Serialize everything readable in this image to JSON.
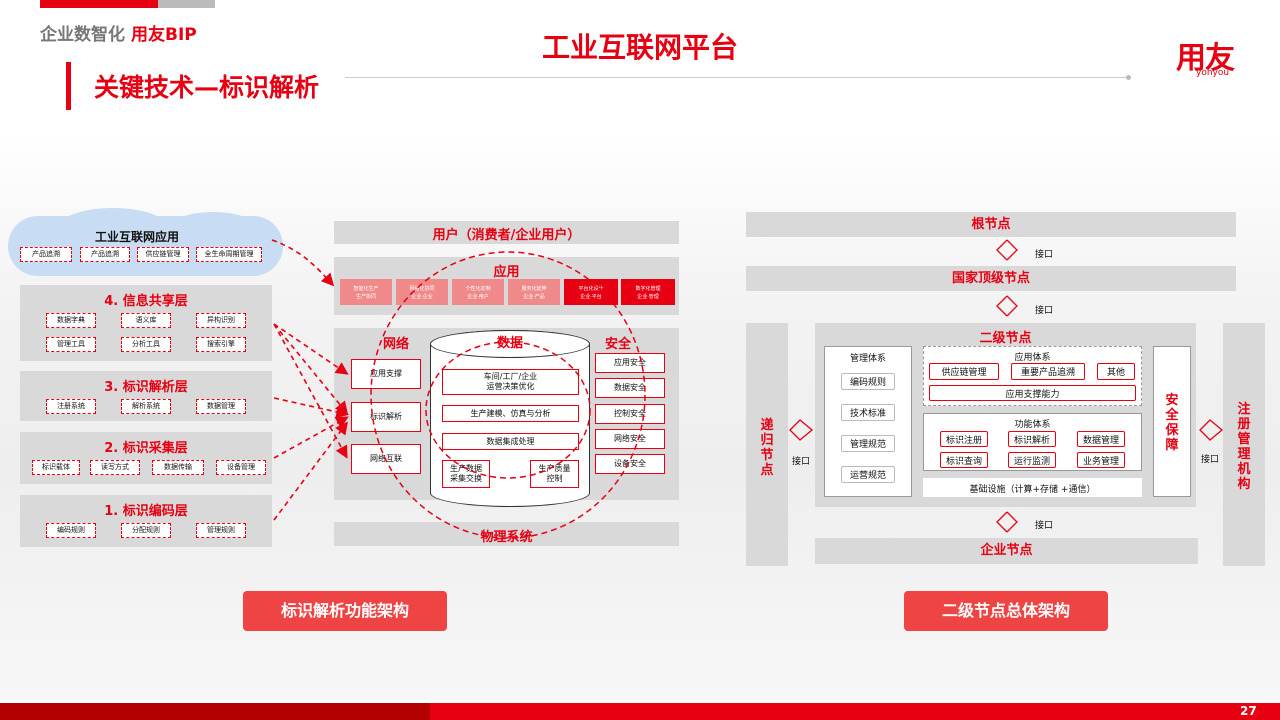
{
  "header": {
    "brand_gray": "企业数智化",
    "brand_red": "用友BIP",
    "title": "工业互联网平台",
    "logo_cn": "用友",
    "logo_en": "yonyou",
    "subtitle": "关键技术—标识解析",
    "page_number": "27"
  },
  "left": {
    "cloud_title": "工业互联网应用",
    "cloud_items": [
      "产品追溯",
      "产品追溯",
      "供应链管理",
      "全生命周期管理"
    ],
    "layers": [
      {
        "title": "4. 信息共享层",
        "items": [
          "数据字典",
          "语义库",
          "异构识别",
          "管理工具",
          "分析工具",
          "搜索引擎"
        ]
      },
      {
        "title": "3. 标识解析层",
        "items": [
          "注册系统",
          "解析系统",
          "数据管理"
        ]
      },
      {
        "title": "2. 标识采集层",
        "items": [
          "标识载体",
          "读写方式",
          "数据传输",
          "设备管理"
        ]
      },
      {
        "title": "1. 标识编码层",
        "items": [
          "编码规则",
          "分配规则",
          "管理规则"
        ]
      }
    ],
    "caption": "标识解析功能架构"
  },
  "middle": {
    "user": "用户（消费者/企业用户）",
    "app_title": "应用",
    "apps": [
      {
        "label": "智能化生产",
        "sub": "生产协同"
      },
      {
        "label": "网络化协同",
        "sub": "企业·企业"
      },
      {
        "label": "个性化定制",
        "sub": "企业·用户"
      },
      {
        "label": "服务化延伸",
        "sub": "企业·产品"
      },
      {
        "label": "平台化设计",
        "sub": "企业·平台"
      },
      {
        "label": "数字化管理",
        "sub": "企业·管理"
      }
    ],
    "network_title": "网络",
    "network_items": [
      "应用支撑",
      "标识解析",
      "网络互联"
    ],
    "data_title": "数据",
    "data_items": [
      "车间/工厂/企业\n运营决策优化",
      "生产建模、仿真与分析",
      "数据集成处理",
      "生产数据\n采集交换",
      "生产质量\n控制"
    ],
    "security_title": "安全",
    "security_items": [
      "应用安全",
      "数据安全",
      "控制安全",
      "网络安全",
      "设备安全"
    ],
    "physical": "物理系统"
  },
  "right": {
    "root": "根节点",
    "national": "国家顶级节点",
    "secondary": "二级节点",
    "enterprise": "企业节点",
    "interface": "接口",
    "recursive": "递归节点",
    "registry": "注册管理机构",
    "security": "安全保障",
    "mgmt_title": "管理体系",
    "mgmt_items": [
      "编码规则",
      "技术标准",
      "管理规范",
      "运营规范"
    ],
    "app_sys_title": "应用体系",
    "app_sys_items": [
      "供应链管理",
      "重要产品追溯",
      "其他"
    ],
    "app_support": "应用支撑能力",
    "func_title": "功能体系",
    "func_items": [
      "标识注册",
      "标识解析",
      "数据管理",
      "标识查询",
      "运行监测",
      "业务管理"
    ],
    "infra": "基础设施（计算+存储 +通信）",
    "caption": "二级节点总体架构"
  },
  "colors": {
    "accent": "#e60012",
    "panel_gray": "#d9d9d9",
    "cloud": "#c8dcf3",
    "caption_bg": "#ef4444"
  }
}
